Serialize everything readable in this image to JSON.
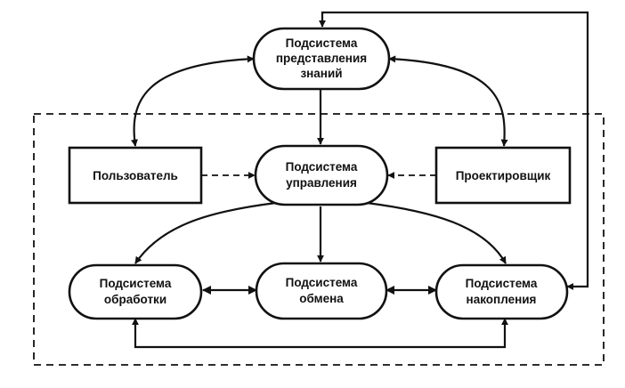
{
  "diagram": {
    "nodes": {
      "knowledge": {
        "lines": [
          "Подсистема",
          "представления",
          "знаний"
        ]
      },
      "control": {
        "lines": [
          "Подсистема",
          "управления"
        ]
      },
      "user": {
        "lines": [
          "Пользователь"
        ]
      },
      "designer": {
        "lines": [
          "Проектировщик"
        ]
      },
      "processing": {
        "lines": [
          "Подсистема",
          "обработки"
        ]
      },
      "exchange": {
        "lines": [
          "Подсистема",
          "обмена"
        ]
      },
      "accumulation": {
        "lines": [
          "Подсистема",
          "накопления"
        ]
      }
    }
  }
}
